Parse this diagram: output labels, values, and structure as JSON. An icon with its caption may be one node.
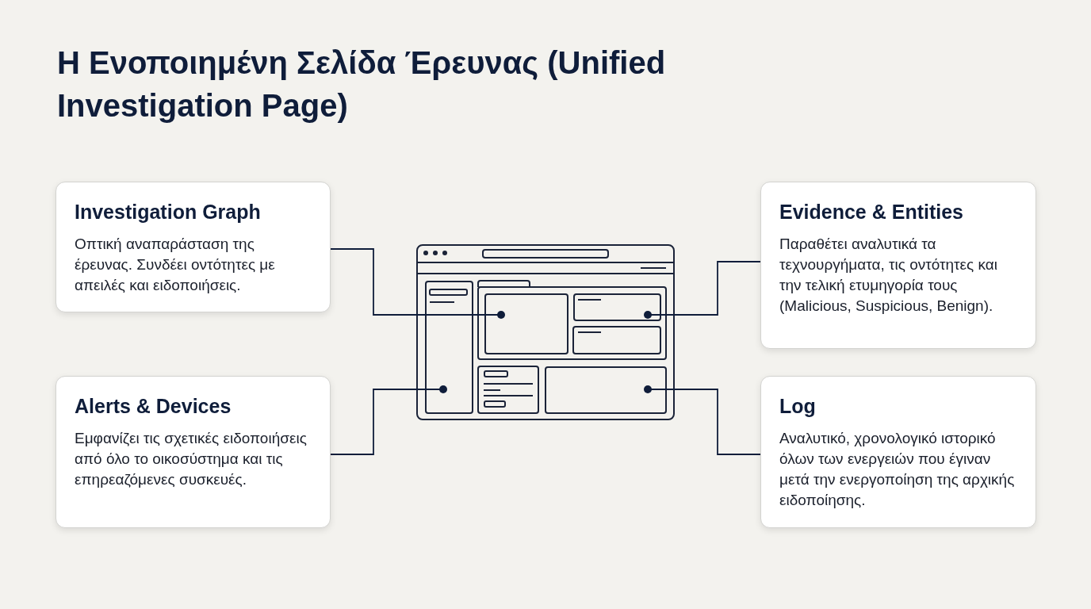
{
  "diagram": {
    "title": "Η Ενοποιημένη Σελίδα Έρευνας (Unified Investigation Page)",
    "nodes": [
      {
        "text": [
          "Investigation Graph",
          "Οπτική αναπαράσταση της έρευνας. Συνδέει οντότητες με απειλές και ειδοποιήσεις."
        ]
      },
      {
        "text": [
          "Evidence & Entities",
          "Παραθέτει αναλυτικά τα τεχνουργήματα, τις οντότητες και την τελική ετυμηγορία τους (Malicious, Suspicious, Benign)."
        ]
      },
      {
        "text": [
          "Alerts & Devices",
          "Εμφανίζει τις σχετικές ειδοποιήσεις από όλο το οικοσύστημα και τις επηρεαζόμενες συσκευές."
        ]
      },
      {
        "text": [
          "Log",
          "Αναλυτικό, χρονολογικό ιστορικό όλων των ενεργειών που έγιναν μετά την ενεργοποίηση της αρχικής ειδοποίησης."
        ]
      },
      {
        "text": [],
        "shape": "box"
      },
      {
        "text": [],
        "shape": "box",
        "in": 4
      },
      {
        "text": [],
        "shape": "box",
        "in": 4
      },
      {
        "text": [],
        "shape": "box",
        "in": 4
      },
      {
        "text": [],
        "shape": "box",
        "in": 4
      }
    ],
    "edges": [
      {
        "from": 0,
        "to": 5,
        "arrow": "other"
      },
      {
        "from": 1,
        "to": 6,
        "arrow": "other"
      },
      {
        "from": 2,
        "to": 7,
        "arrow": "other"
      },
      {
        "from": 3,
        "to": 8,
        "arrow": "other"
      }
    ]
  }
}
